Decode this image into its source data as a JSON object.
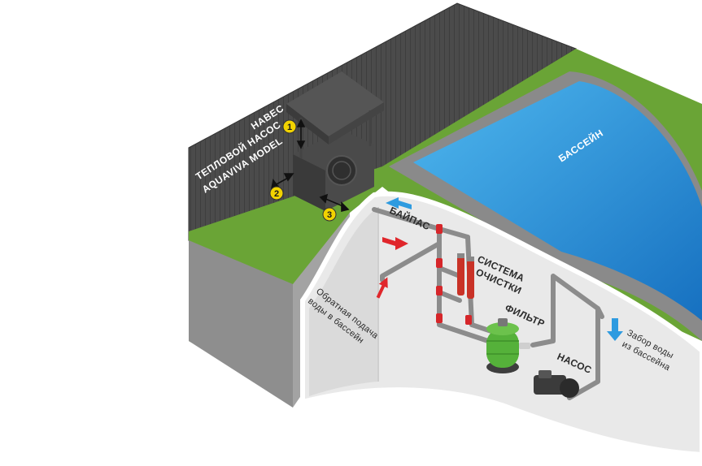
{
  "labels": {
    "canopy": "НАВЕС",
    "heat_pump_line1": "ТЕПЛОВОЙ НАСОС",
    "heat_pump_line2": "AQUAVIVA MODEL",
    "pool": "БАССЕЙН",
    "bypass": "БАЙПАС",
    "cleaning_line1": "СИСТЕМА",
    "cleaning_line2": "ОЧИСТКИ",
    "filter": "ФИЛЬТР",
    "pump": "НАСОС",
    "return_line1": "Обратная подача",
    "return_line2": "воды в бассейн",
    "intake_line1": "Забор воды",
    "intake_line2": "из бассейна"
  },
  "markers": [
    "1",
    "2",
    "3"
  ],
  "colors": {
    "fence": "#4a4a4a",
    "grass": "#6aa436",
    "pool_water": "#1e8fd9",
    "pool_rim": "#8a8a8a",
    "wall": "#e8e8e8",
    "soil": "#9a9a9a",
    "pipe": "#8c8c8c",
    "flow_red": "#e0262b",
    "flow_blue": "#2e9be0",
    "filter_green": "#55b13a",
    "marker_yellow": "#f2d300"
  }
}
